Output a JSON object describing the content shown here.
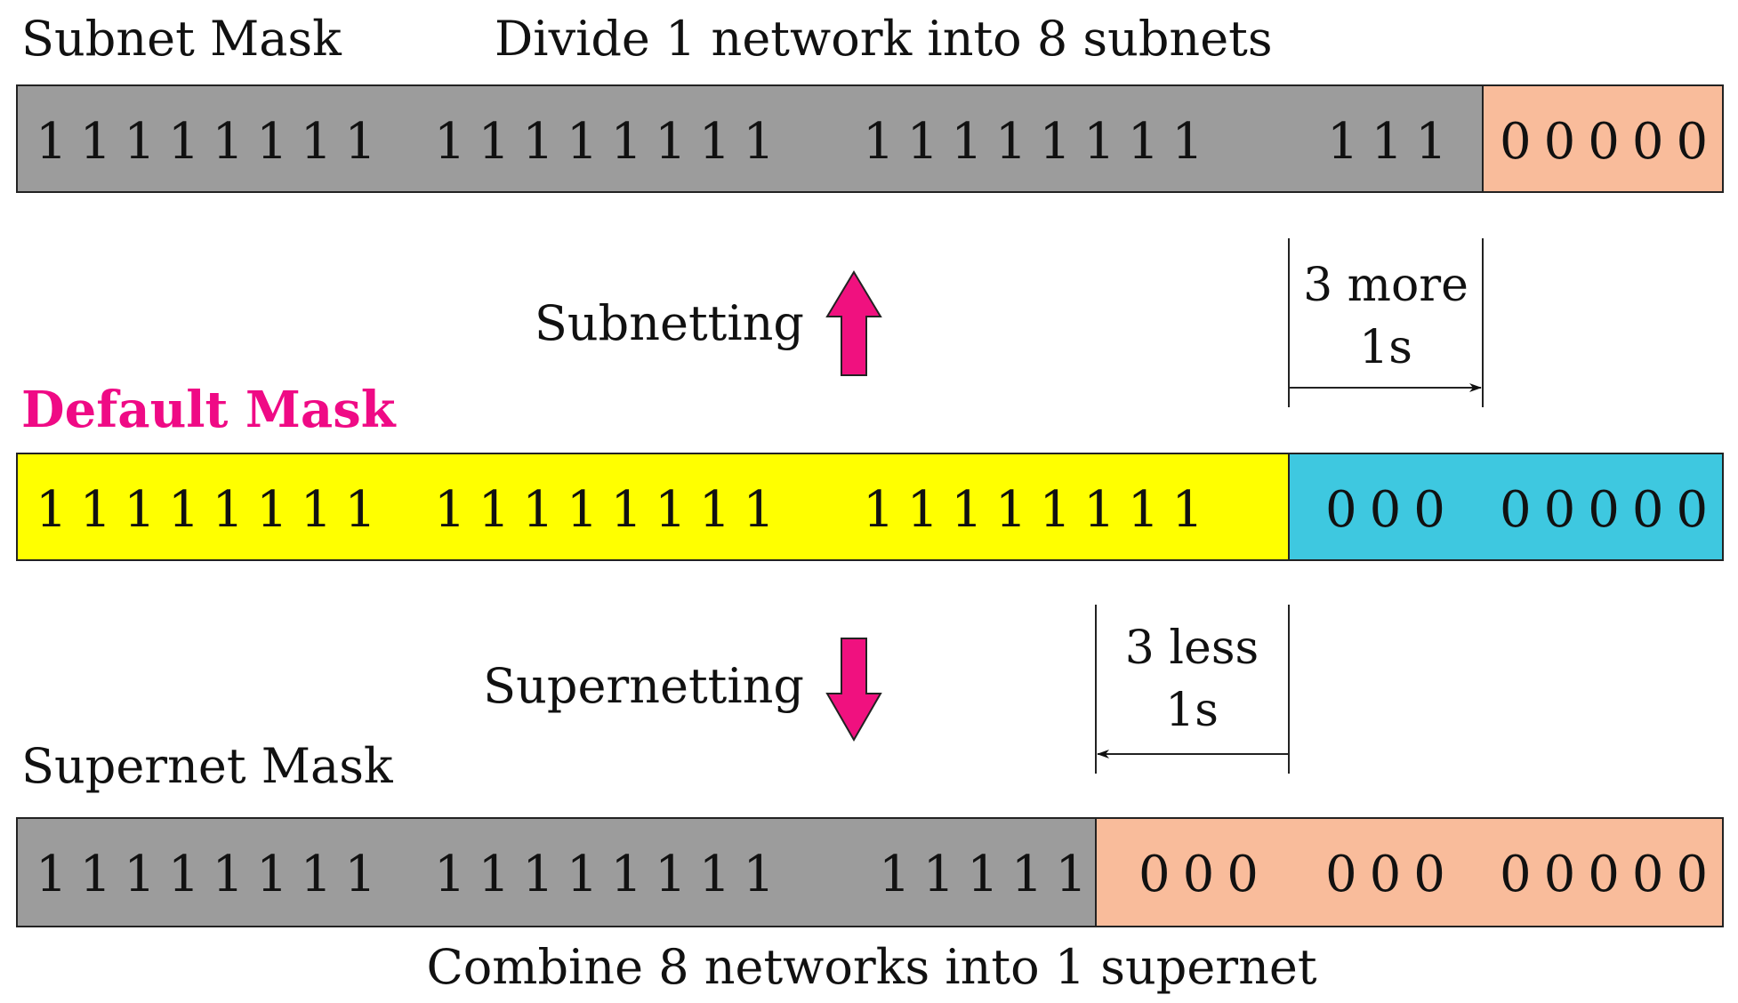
{
  "subnet": {
    "title": "Subnet Mask",
    "caption": "Divide 1 network into 8 subnets",
    "groups": [
      "11111111",
      "11111111",
      "11111111",
      "111",
      "00000"
    ]
  },
  "subnetting": {
    "label": "Subnetting",
    "delta_line1": "3 more",
    "delta_line2": "1s"
  },
  "default": {
    "title": "Default Mask",
    "groups": [
      "11111111",
      "11111111",
      "11111111",
      "000",
      "00000"
    ]
  },
  "supernetting": {
    "label": "Supernetting",
    "delta_line1": "3 less",
    "delta_line2": "1s"
  },
  "supernet": {
    "title": "Supernet Mask",
    "groups": [
      "11111111",
      "11111111",
      "11111",
      "000",
      "000",
      "00000"
    ],
    "caption": "Combine 8 networks into 1 supernet"
  },
  "colors": {
    "network_gray": "#9c9c9c",
    "host_salmon": "#f9bc9b",
    "default_yellow": "#ffff00",
    "default_cyan": "#3ec8e0",
    "arrow_magenta": "#f0117f",
    "default_title_magenta": "#ef0a85"
  }
}
